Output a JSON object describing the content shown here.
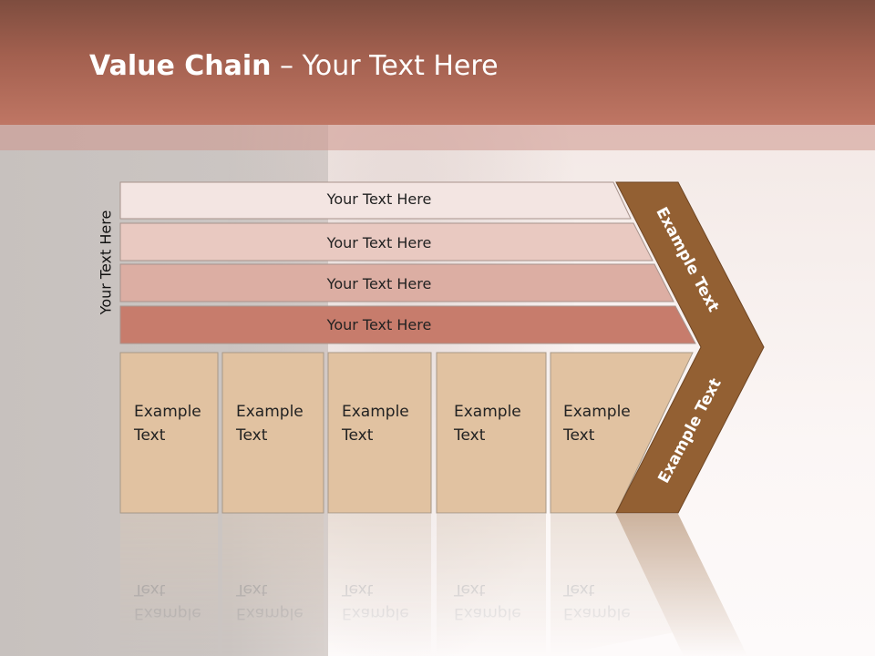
{
  "slide": {
    "title_bold": "Value Chain",
    "title_rest": " – Your Text Here"
  },
  "side_label": "Your Text Here",
  "bars": [
    {
      "label": "Your Text Here",
      "color": "#f3e5e2"
    },
    {
      "label": "Your Text Here",
      "color": "#e9c9c1"
    },
    {
      "label": "Your Text Here",
      "color": "#dcaea3"
    },
    {
      "label": "Your Text Here",
      "color": "#c77c6c"
    }
  ],
  "boxes": [
    {
      "label": "Example\nText"
    },
    {
      "label": "Example\nText"
    },
    {
      "label": "Example\nText"
    },
    {
      "label": "Example\nText"
    },
    {
      "label": "Example\nText"
    }
  ],
  "chevron": {
    "top_label": "Example Text",
    "bottom_label": "Example Text",
    "color": "#936033"
  },
  "colors": {
    "box_fill": "#e1c2a1",
    "box_stroke": "#a89886",
    "title_bar": "#a3604f"
  }
}
